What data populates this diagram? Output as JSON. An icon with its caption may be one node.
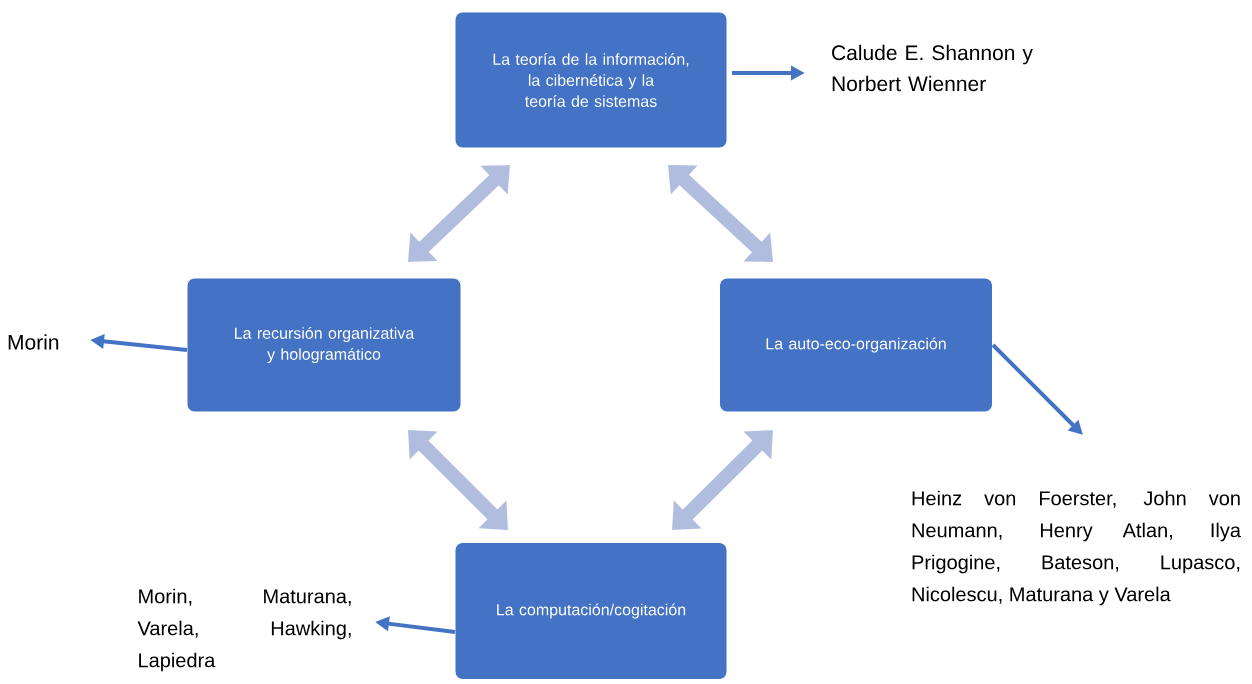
{
  "diagram": {
    "nodes": [
      {
        "text": [
          "La teoría de la información, la cibernética y la teoría de sistemas"
        ]
      },
      {
        "text": [
          "La recursión organizativa y hologramático"
        ]
      },
      {
        "text": [
          "La auto-eco-organización"
        ]
      },
      {
        "text": [
          "La computación/cogitación"
        ]
      },
      {
        "text": [
          "Calude E. Shannon y Norbert Wienner"
        ]
      },
      {
        "text": [
          "Morin"
        ]
      },
      {
        "text": [
          "Heinz von Foerster, John von Neumann, Henry Atlan, Ilya Prigogine, Bateson, Lupasco, Nicolescu, Maturana y Varela"
        ]
      },
      {
        "text": [
          "Morin, Maturana, Varela, Hawking, Lapiedra"
        ]
      }
    ],
    "edges": [
      {
        "from": 0,
        "to": 1,
        "arrow": "both",
        "style": "thick",
        "color": "#b0bddf"
      },
      {
        "from": 0,
        "to": 2,
        "arrow": "both",
        "style": "thick",
        "color": "#b0bddf"
      },
      {
        "from": 1,
        "to": 3,
        "arrow": "both",
        "style": "thick",
        "color": "#b0bddf"
      },
      {
        "from": 2,
        "to": 3,
        "arrow": "both",
        "style": "thick",
        "color": "#b0bddf"
      },
      {
        "from": 0,
        "to": 4,
        "arrow": "to",
        "color": "#4472c4"
      },
      {
        "from": 1,
        "to": 5,
        "arrow": "to",
        "color": "#4472c4"
      },
      {
        "from": 2,
        "to": 6,
        "arrow": "to",
        "color": "#4472c4"
      },
      {
        "from": 3,
        "to": 7,
        "arrow": "to",
        "color": "#4472c4"
      }
    ]
  }
}
